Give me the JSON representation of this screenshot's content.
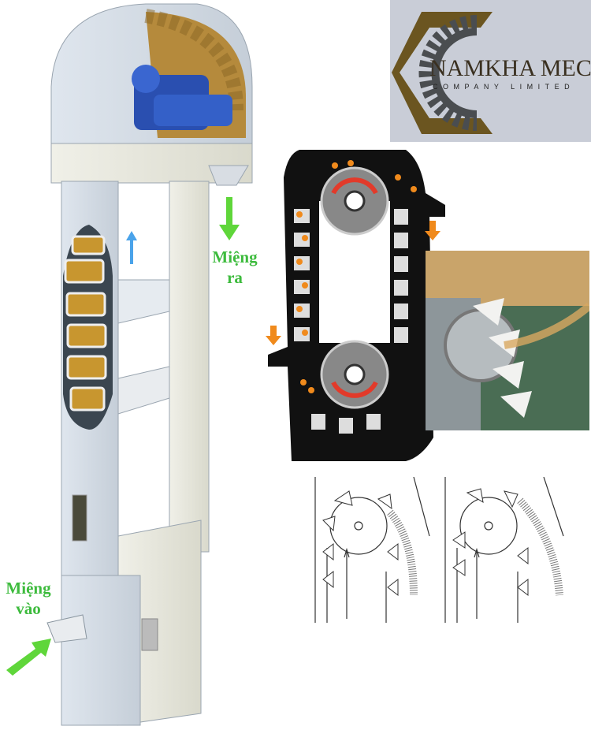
{
  "logo": {
    "name": "NAMKHA MEC",
    "subtitle": "COMPANY LIMITED"
  },
  "labels": {
    "outlet_line1": "Miệng",
    "outlet_line2": "ra",
    "inlet_line1": "Miệng",
    "inlet_line2": "vào"
  },
  "colors": {
    "label_green": "#3dbb3d",
    "arrow_green": "#5fd63a",
    "arrow_blue": "#4aa3ea",
    "arrow_orange": "#f08a1c",
    "rotation_red": "#e23a2a",
    "logo_gold": "#6b5520",
    "logo_gear": "#4a4d50",
    "logo_bg": "#c9cdd7"
  }
}
